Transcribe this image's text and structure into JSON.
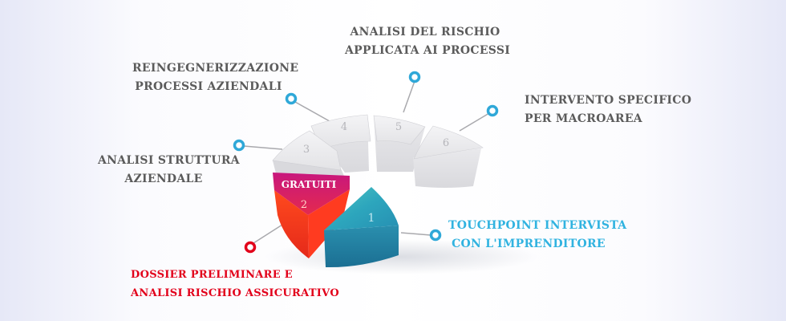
{
  "colors": {
    "label_grey": "#5b5b5b",
    "segment_grey": "#e6e6e8",
    "connector_blue": "#2fa8d8",
    "teal_segment": "#2d9fb6",
    "red_segment": "#f23a1e",
    "magenta_top": "#d21e7a",
    "touchpoint_text": "#31b3e0",
    "dossier_text": "#e2001a"
  },
  "segments": [
    {
      "number": "1"
    },
    {
      "number": "2",
      "tag": "GRATUITI"
    },
    {
      "number": "3"
    },
    {
      "number": "4"
    },
    {
      "number": "5"
    },
    {
      "number": "6"
    }
  ],
  "labels": {
    "analisi_rischio": {
      "line1": "ANALISI DEL RISCHIO",
      "line2": "APPLICATA AI PROCESSI"
    },
    "reingegnerizzazione": {
      "line1": "REINGEGNERIZZAZIONE",
      "line2": "PROCESSI AZIENDALI"
    },
    "intervento": {
      "line1": "INTERVENTO SPECIFICO",
      "line2": "PER MACROAREA"
    },
    "analisi_struttura": {
      "line1": "ANALISI STRUTTURA",
      "line2": "AZIENDALE"
    },
    "touchpoint": {
      "line1": "TOUCHPOINT INTERVISTA",
      "line2": "CON L'IMPRENDITORE"
    },
    "dossier": {
      "line1": "DOSSIER PRELIMINARE E",
      "line2": "ANALISI RISCHIO ASSICURATIVO"
    }
  }
}
